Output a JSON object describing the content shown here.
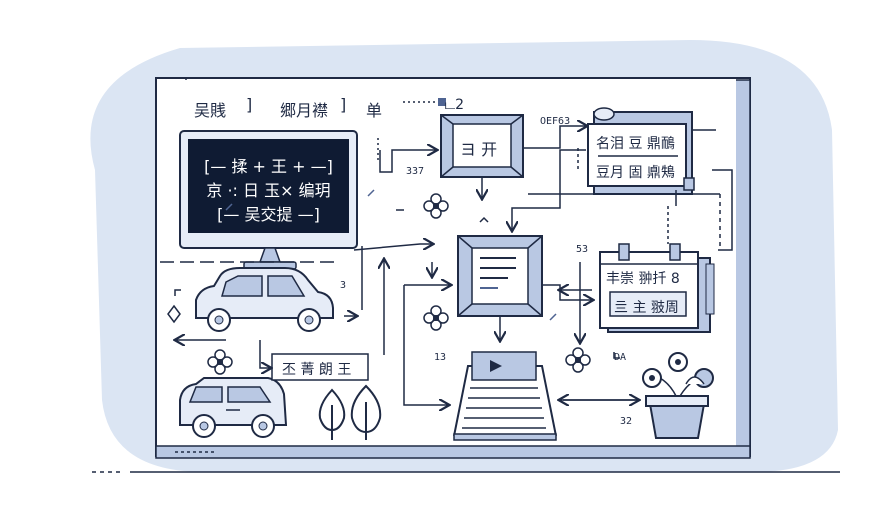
{
  "header": {
    "title_left": "吴賎",
    "title_mid": "郷月襟",
    "title_right": "单",
    "title_code": "ட2"
  },
  "monitor": {
    "lines": [
      "[— 揉 + 王 + —]",
      "京 ·: 日 玉× 编玥",
      "[— 吴交提 —]"
    ]
  },
  "process_box": {
    "label": "ヨ 开"
  },
  "notes": {
    "code_top": "OEF63",
    "num_337": "337",
    "num_53": "53",
    "num_13": "13",
    "num_da": "DA",
    "num_32": "32",
    "num_3": "3"
  },
  "cylinder": {
    "line1": "名泪 豆 鼎鴯",
    "line2": "豆月 固 鼑鴩"
  },
  "calendar": {
    "line1": "丰崇 翀扦 8",
    "line2": "亖 主  翄周"
  },
  "caption_mid": "丕 菁 朗 王",
  "colors": {
    "backdrop": "#dbe5f3",
    "ink": "#1f2a44",
    "accent": "#4f6492",
    "fill_light": "#e6ecf7",
    "fill_mid": "#b9c8e3",
    "screen_bg": "#0f1b33"
  }
}
